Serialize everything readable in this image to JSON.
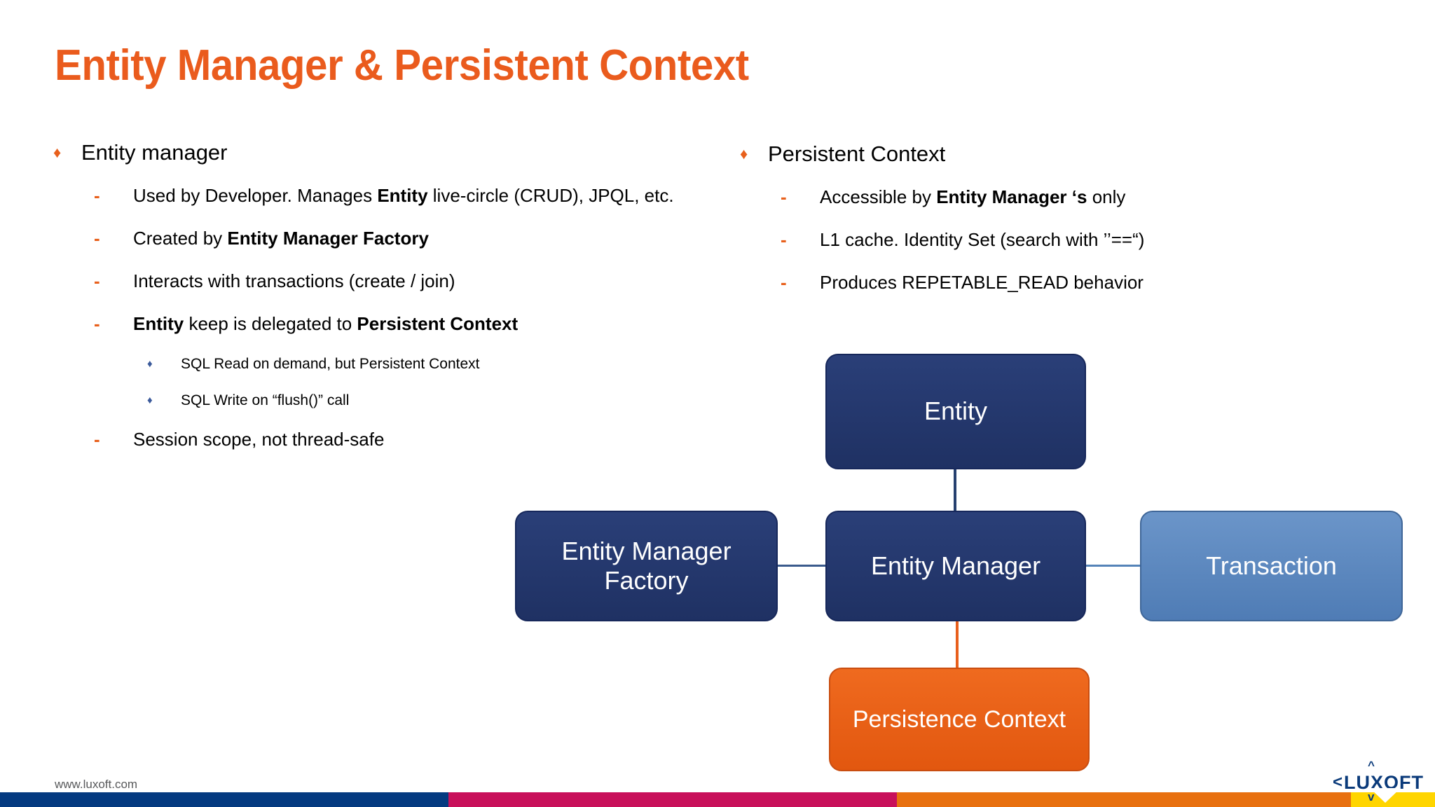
{
  "slide": {
    "title": "Entity Manager & Persistent Context",
    "background_color": "#ffffff",
    "accent_color": "#ea5b1d"
  },
  "left_column": {
    "heading": "Entity manager",
    "heading_marker": "♦",
    "items": [
      {
        "marker": "-",
        "level": 2,
        "runs": [
          {
            "text": "Used by Developer.  Manages ",
            "bold": false
          },
          {
            "text": "Entity",
            "bold": true
          },
          {
            "text": " live-circle (CRUD), JPQL, etc.",
            "bold": false
          }
        ]
      },
      {
        "marker": "-",
        "level": 2,
        "runs": [
          {
            "text": "Created by ",
            "bold": false
          },
          {
            "text": "Entity Manager Factory",
            "bold": true
          }
        ]
      },
      {
        "marker": "-",
        "level": 2,
        "runs": [
          {
            "text": "Interacts with transactions (create / join)",
            "bold": false
          }
        ]
      },
      {
        "marker": "-",
        "level": 2,
        "runs": [
          {
            "text": "Entity",
            "bold": true
          },
          {
            "text": "  keep is delegated to ",
            "bold": false
          },
          {
            "text": "Persistent Context",
            "bold": true
          }
        ]
      },
      {
        "marker": "♦",
        "level": 3,
        "runs": [
          {
            "text": "SQL Read on demand, but Persistent Context",
            "bold": false
          }
        ]
      },
      {
        "marker": "♦",
        "level": 3,
        "runs": [
          {
            "text": "SQL Write on “flush()” call",
            "bold": false
          }
        ]
      },
      {
        "marker": "-",
        "level": 2,
        "runs": [
          {
            "text": "Session scope, not thread-safe",
            "bold": false
          }
        ]
      }
    ]
  },
  "right_column": {
    "heading": "Persistent Context",
    "heading_marker": "♦",
    "items": [
      {
        "marker": "-",
        "level": 2,
        "runs": [
          {
            "text": "Accessible by ",
            "bold": false
          },
          {
            "text": "Entity Manager ‘s",
            "bold": true
          },
          {
            "text": " only",
            "bold": false
          }
        ]
      },
      {
        "marker": "-",
        "level": 2,
        "runs": [
          {
            "text": "L1 cache. Identity Set (search with ’’==“)",
            "bold": false
          }
        ]
      },
      {
        "marker": "-",
        "level": 2,
        "runs": [
          {
            "text": "Produces REPETABLE_READ behavior",
            "bold": false
          }
        ]
      }
    ]
  },
  "diagram": {
    "nodes": {
      "entity": {
        "label": "Entity",
        "color": "#243a6e"
      },
      "entity_manager_factory": {
        "label": "Entity Manager Factory",
        "color": "#243a6e"
      },
      "entity_manager": {
        "label": "Entity Manager",
        "color": "#243a6e"
      },
      "transaction": {
        "label": "Transaction",
        "color": "#5b87c0"
      },
      "persistence_context": {
        "label": "Persistence Context",
        "color": "#e8621e"
      }
    },
    "connectors": [
      {
        "from": "entity",
        "to": "entity_manager",
        "color": "#26406f"
      },
      {
        "from": "entity_manager_factory",
        "to": "entity_manager",
        "color": "#3a5a8c"
      },
      {
        "from": "entity_manager",
        "to": "transaction",
        "color": "#5483b8"
      },
      {
        "from": "entity_manager",
        "to": "persistence_context",
        "color": "#e85f1c"
      }
    ]
  },
  "footer": {
    "url": "www.luxoft.com",
    "logo_text": "LUXOFT",
    "bar_colors": [
      "#043a80",
      "#c8105a",
      "#e8700f",
      "#ffd500"
    ]
  }
}
